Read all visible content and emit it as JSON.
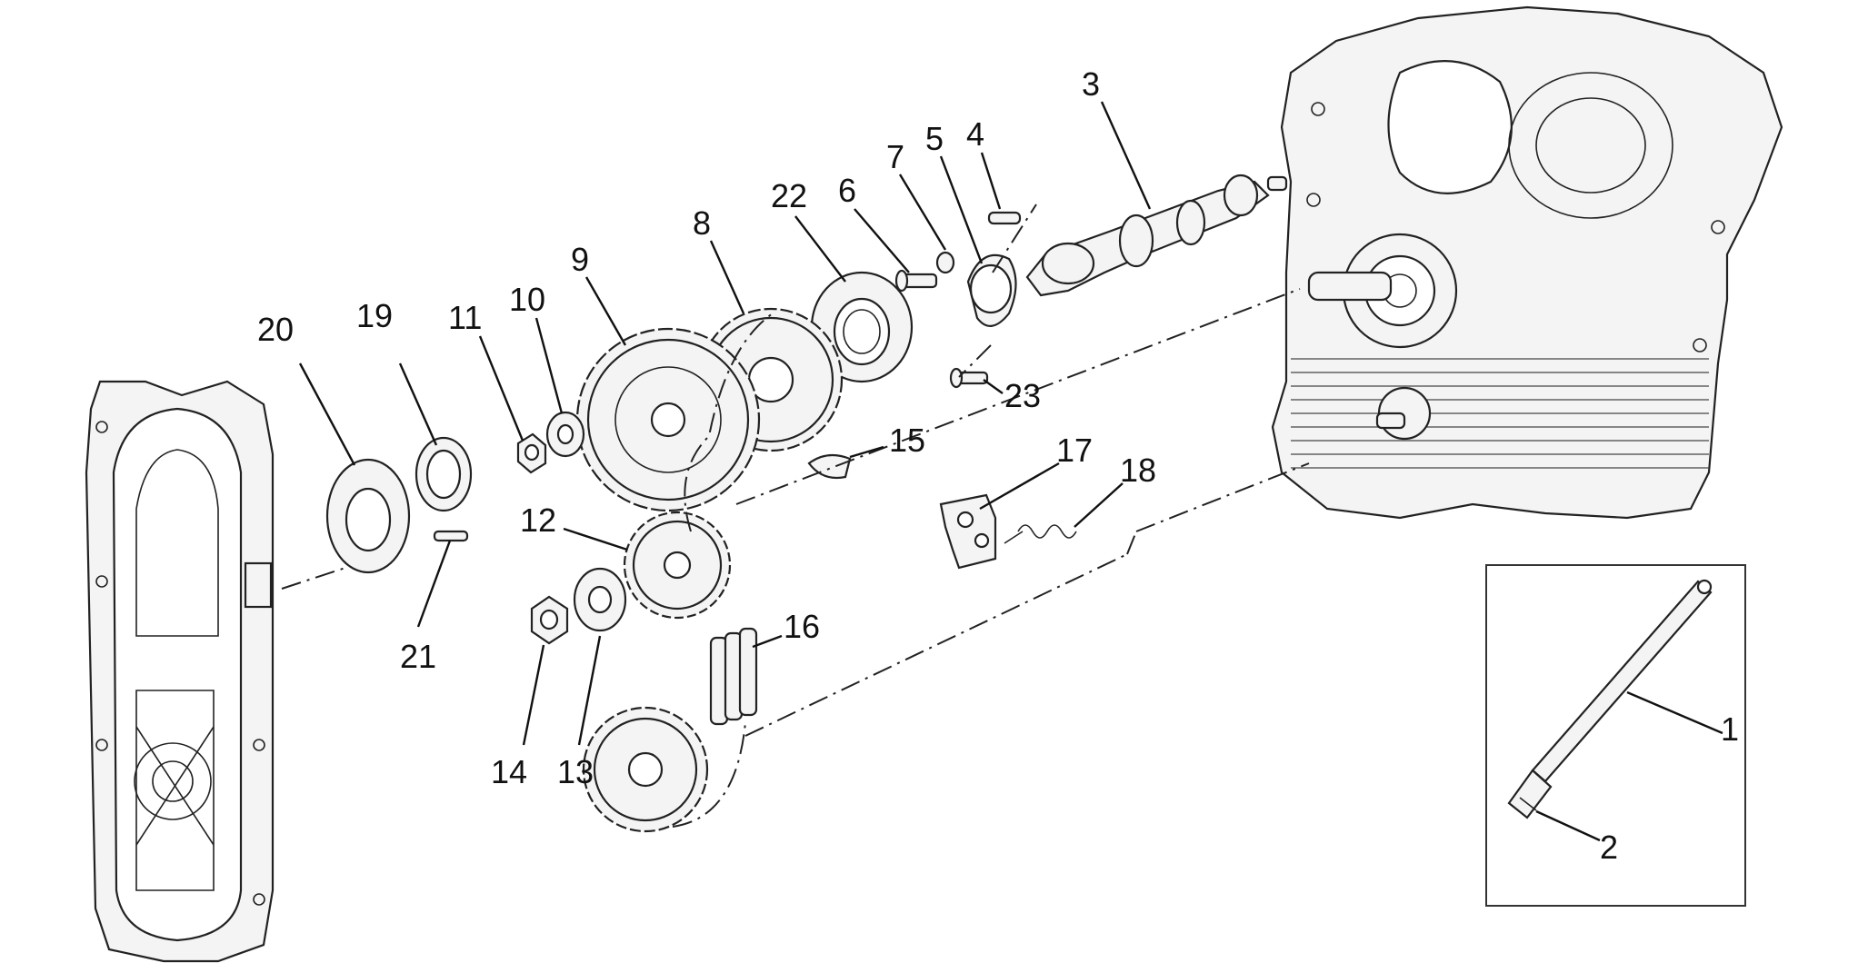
{
  "diagram": {
    "callouts": [
      "1",
      "2",
      "3",
      "4",
      "5",
      "6",
      "7",
      "8",
      "9",
      "10",
      "11",
      "12",
      "13",
      "14",
      "15",
      "16",
      "17",
      "18",
      "19",
      "20",
      "21",
      "22",
      "23"
    ]
  }
}
